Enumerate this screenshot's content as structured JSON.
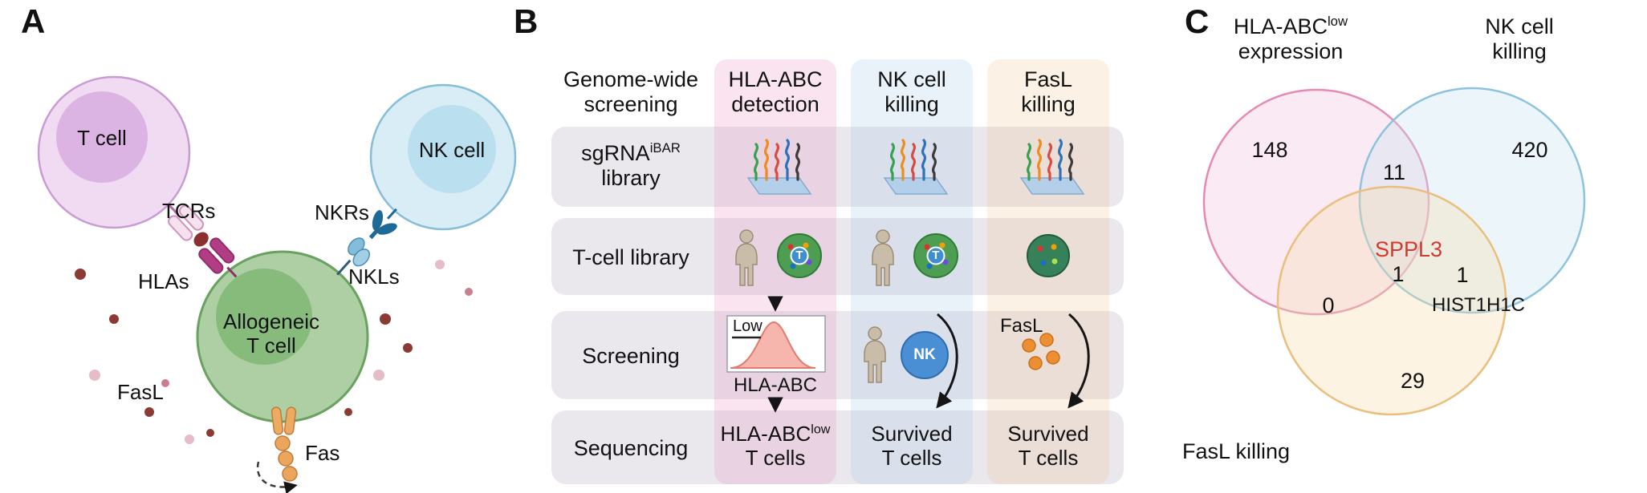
{
  "figure": {
    "panel_a": {
      "label": "A",
      "t_cell": "T cell",
      "nk_cell": "NK cell",
      "allogeneic_line1": "Allogeneic",
      "allogeneic_line2": "T cell",
      "tcrs": "TCRs",
      "hlas": "HLAs",
      "nkrs": "NKRs",
      "nkls": "NKLs",
      "fasl": "FasL",
      "fas": "Fas"
    },
    "panel_b": {
      "label": "B",
      "row_header_line1": "Genome-wide",
      "row_header_line2": "screening",
      "columns": [
        {
          "title_line1": "HLA-ABC",
          "title_line2": "detection",
          "tint": "#e796c342"
        },
        {
          "title_line1": "NK cell",
          "title_line2": "killing",
          "tint": "#a9cde842"
        },
        {
          "title_line1": "FasL",
          "title_line2": "killing",
          "tint": "#f0c48f3d"
        }
      ],
      "row_labels": {
        "sgrna_base": "sgRNA",
        "sgrna_sup": "iBAR",
        "sgrna_line2": "library",
        "tcell_library": "T-cell library",
        "screening": "Screening",
        "sequencing": "Sequencing"
      },
      "screening_row": {
        "low": "Low",
        "hla_abc_axis": "HLA-ABC",
        "t_badge": "T",
        "nk_badge": "NK",
        "fasl": "FasL"
      },
      "sequencing_row": {
        "col1_line1_base": "HLA-ABC",
        "col1_line1_sup": "low",
        "col1_line2": "T cells",
        "col2_line1": "Survived",
        "col2_line2": "T cells",
        "col3_line1": "Survived",
        "col3_line2": "T cells"
      }
    },
    "panel_c": {
      "label": "C",
      "set_hla_line1_base": "HLA-ABC",
      "set_hla_line1_sup": "low",
      "set_hla_line2": "expression",
      "set_nk_line1": "NK cell",
      "set_nk_line2": "killing",
      "set_fasl": "FasL killing",
      "counts": {
        "hla_only": "148",
        "nk_only": "420",
        "hla_nk": "11",
        "hla_fasl": "0",
        "nk_fasl": "1",
        "triple": "1",
        "fasl_only": "29"
      },
      "genes": {
        "triple": "SPPL3",
        "nk_fasl": "HIST1H1C"
      },
      "colors": {
        "hla_stroke": "#e48ab5",
        "nk_stroke": "#8ec3dd",
        "fasl_stroke": "#eabf7d",
        "gene_highlight": "#cf3a31"
      }
    }
  }
}
